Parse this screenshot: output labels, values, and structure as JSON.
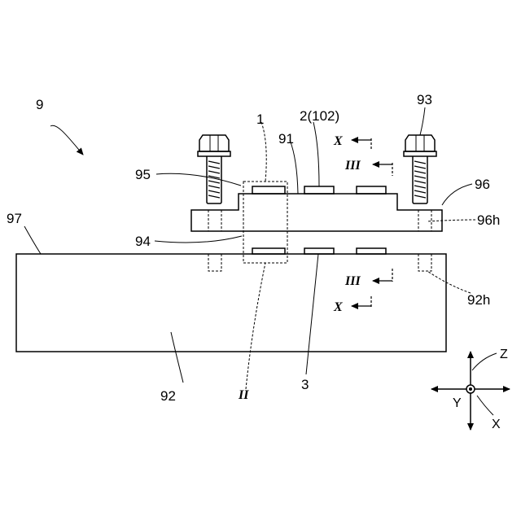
{
  "labels": {
    "device": "9",
    "module_1": "1",
    "board_2": "2(102)",
    "bolt": "93",
    "top_plate": "91",
    "spring_95": "95",
    "plate_96": "96",
    "hole_96h": "96h",
    "surface_97": "97",
    "edge_94": "94",
    "base": "92",
    "hole_92h": "92h",
    "sub_3": "3",
    "section_II": "II",
    "section_X_top": "X",
    "section_III_top": "III",
    "section_III_bot": "III",
    "section_X_bot": "X"
  },
  "axes": {
    "z": "Z",
    "y": "Y",
    "x": "X"
  }
}
